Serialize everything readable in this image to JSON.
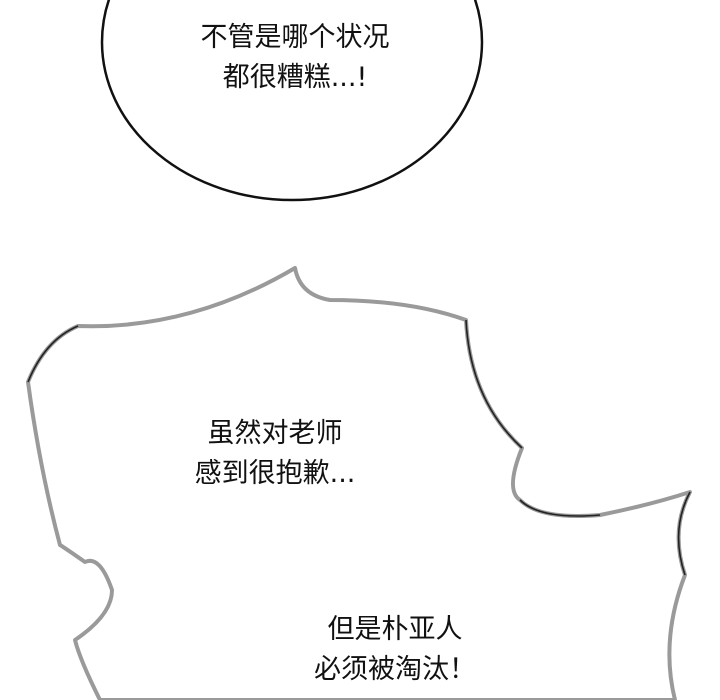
{
  "panel": {
    "bubble_top": {
      "lines": [
        "不管是哪个状况",
        "都很糟糕...!"
      ]
    },
    "bubble_shout_1": {
      "lines": [
        "虽然对老师",
        "感到很抱歉..."
      ]
    },
    "bubble_shout_2": {
      "lines": [
        "但是朴亚人",
        "必须被淘汰！"
      ]
    }
  },
  "colors": {
    "background": "#ffffff",
    "ink": "#111111",
    "shout_outline": "#9a9a9a"
  }
}
